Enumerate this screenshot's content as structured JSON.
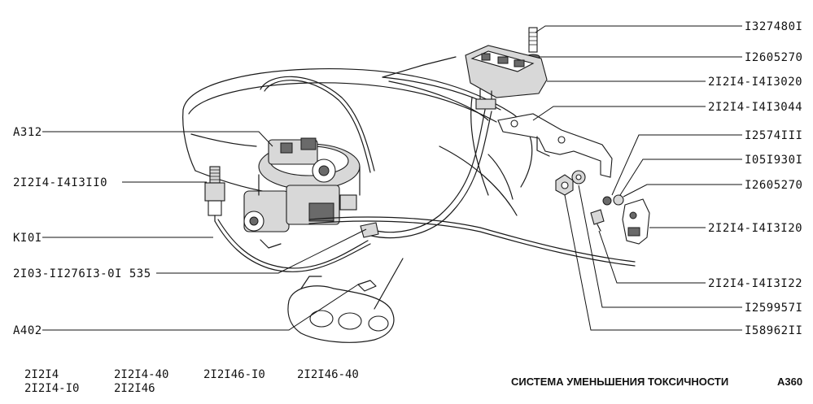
{
  "callouts": {
    "left": [
      {
        "id": "a312",
        "text": "А312"
      },
      {
        "id": "sensor",
        "text": "2I2I4-I4I3II0"
      },
      {
        "id": "k101",
        "text": "КI0I"
      },
      {
        "id": "hose",
        "text": "2I03-II276I3-0I 535"
      },
      {
        "id": "a402",
        "text": "А402"
      }
    ],
    "right": [
      {
        "id": "bolt",
        "text": "I327480I"
      },
      {
        "id": "washer1",
        "text": "I2605270"
      },
      {
        "id": "valve",
        "text": "2I2I4-I4I3020"
      },
      {
        "id": "bracket",
        "text": "2I2I4-I4I3044"
      },
      {
        "id": "nut1",
        "text": "I2574III"
      },
      {
        "id": "washer2",
        "text": "I05I930I"
      },
      {
        "id": "washer3",
        "text": "I2605270"
      },
      {
        "id": "bracket2",
        "text": "2I2I4-I4I3I20"
      },
      {
        "id": "clip",
        "text": "2I2I4-I4I3I22"
      },
      {
        "id": "nut2",
        "text": "I259957I"
      },
      {
        "id": "nut3",
        "text": "I58962II"
      }
    ]
  },
  "models": {
    "col1": [
      "2I2I4",
      "2I2I4-I0"
    ],
    "col2": [
      "2I2I4-40",
      "2I2I46"
    ],
    "col3": [
      "2I2I46-I0"
    ],
    "col4": [
      "2I2I46-40"
    ]
  },
  "footer": {
    "title": "СИСТЕМА УМЕНЬШЕНИЯ ТОКСИЧНОСТИ",
    "code": "А360"
  }
}
